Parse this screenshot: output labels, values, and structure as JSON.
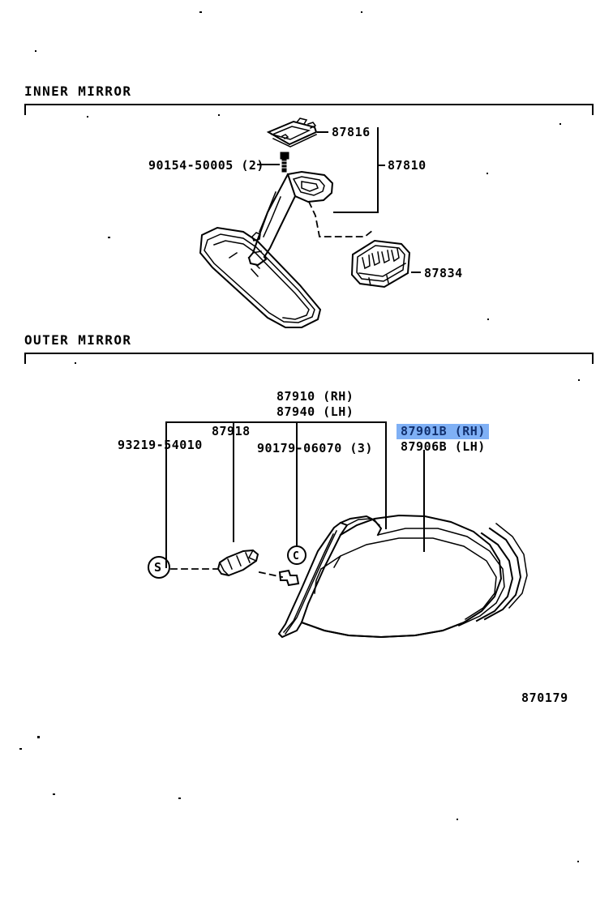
{
  "figure": {
    "number": "870179",
    "background_color": "#ffffff",
    "line_color": "#000000",
    "highlight_color": "#7fb0f5",
    "highlight_text_color": "#12306e"
  },
  "sections": [
    {
      "id": "inner",
      "title": "INNER MIRROR"
    },
    {
      "id": "outer",
      "title": "OUTER MIRROR"
    }
  ],
  "inner_mirror": {
    "labels": [
      {
        "id": "clip",
        "text": "87816",
        "highlighted": false
      },
      {
        "id": "screw",
        "text": "90154-50005 (2)",
        "highlighted": false
      },
      {
        "id": "group",
        "text": "87810",
        "highlighted": false
      },
      {
        "id": "cover",
        "text": "87834",
        "highlighted": false
      }
    ]
  },
  "outer_mirror": {
    "labels": [
      {
        "id": "mirror-glass-rh",
        "text": "87910 (RH)",
        "highlighted": false
      },
      {
        "id": "mirror-glass-lh",
        "text": "87940 (LH)",
        "highlighted": false
      },
      {
        "id": "cover-clip",
        "text": "87918",
        "highlighted": false
      },
      {
        "id": "grommet",
        "text": "93219-54010",
        "highlighted": false
      },
      {
        "id": "screw",
        "text": "90179-06070 (3)",
        "highlighted": false
      },
      {
        "id": "assembly-rh",
        "text": "87901B (RH)",
        "highlighted": true
      },
      {
        "id": "assembly-lh",
        "text": "87906B (LH)",
        "highlighted": false
      }
    ],
    "symbols": [
      {
        "id": "symbol-s",
        "text": "S"
      },
      {
        "id": "symbol-c",
        "text": "C"
      }
    ]
  }
}
